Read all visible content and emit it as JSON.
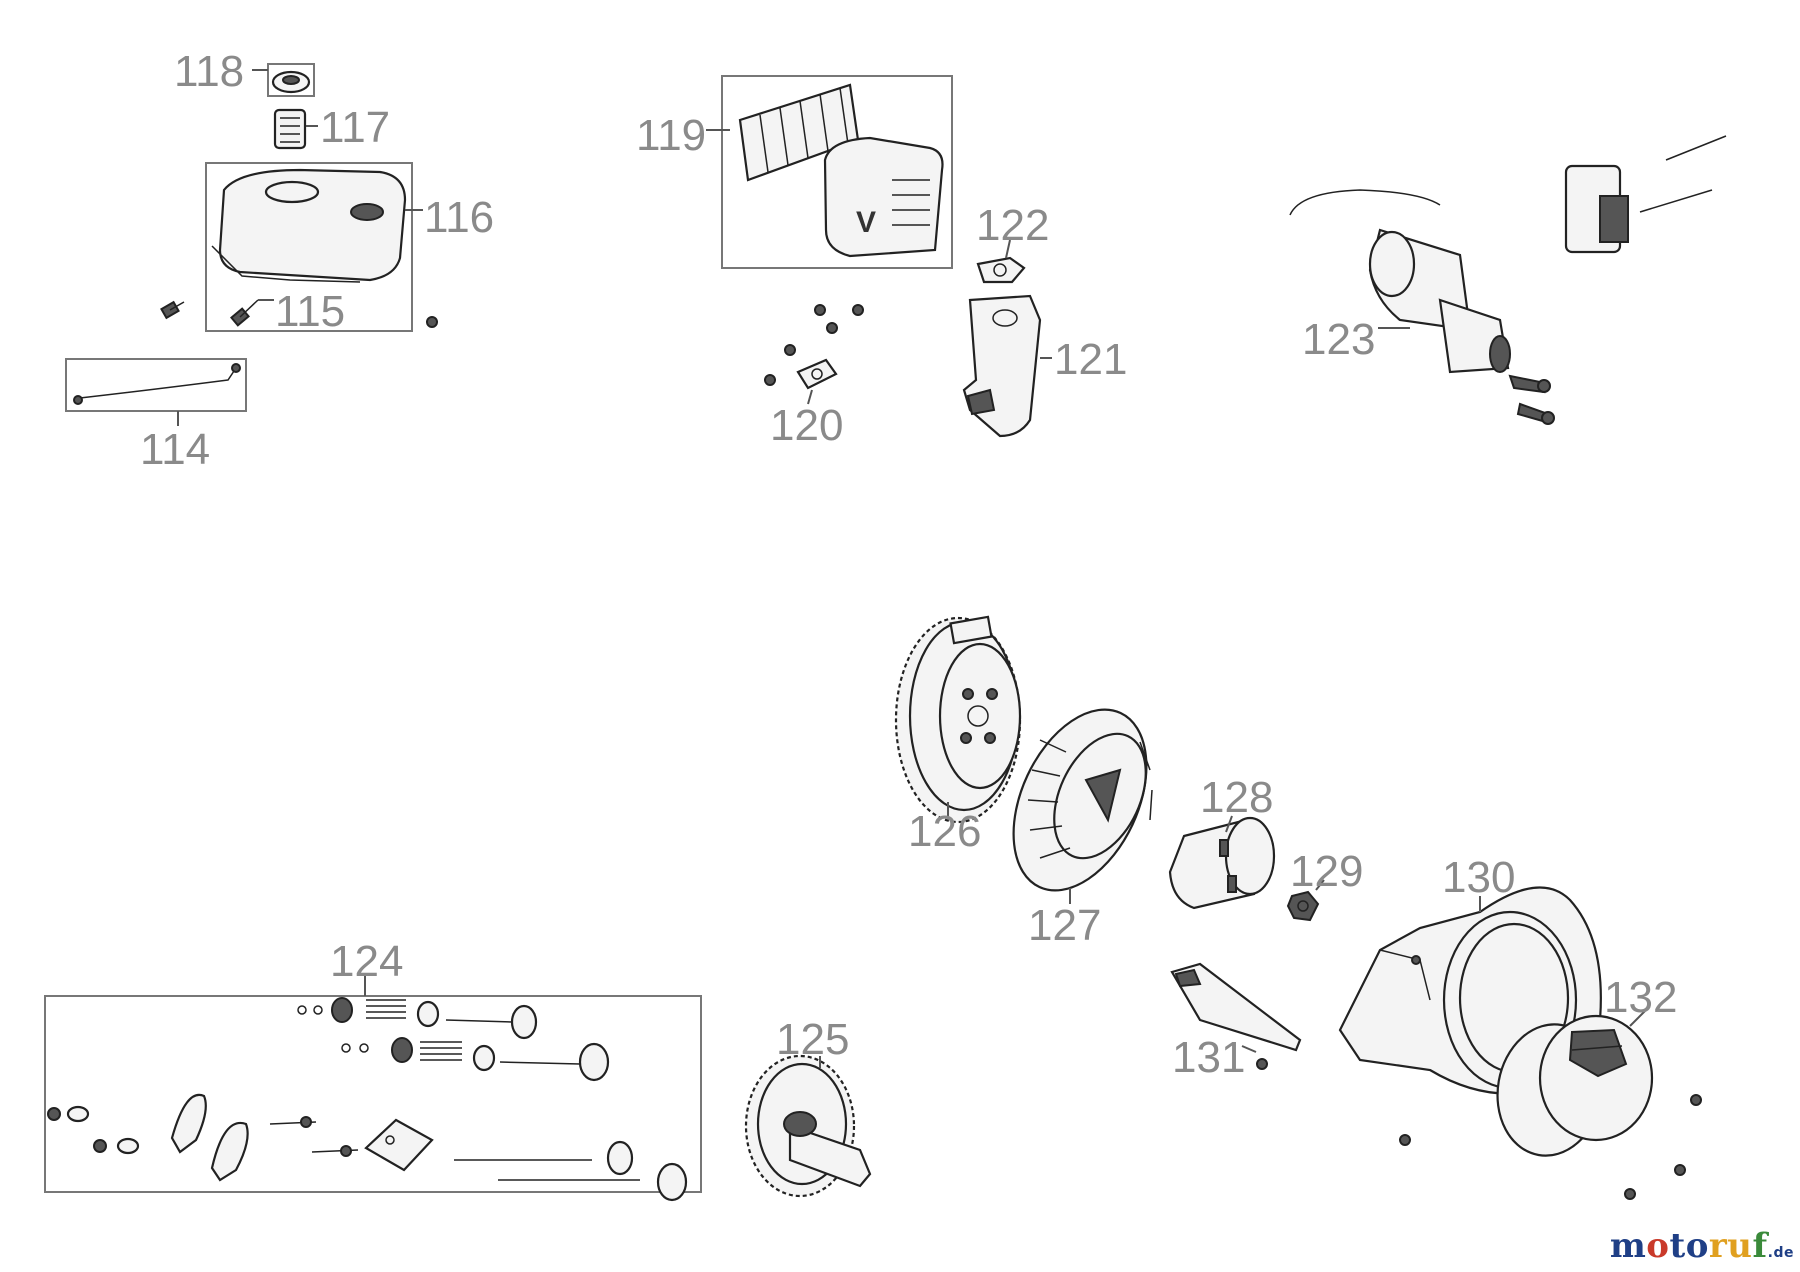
{
  "parts": [
    {
      "id": "p114",
      "label": "114"
    },
    {
      "id": "p115",
      "label": "115"
    },
    {
      "id": "p116",
      "label": "116"
    },
    {
      "id": "p117",
      "label": "117"
    },
    {
      "id": "p118",
      "label": "118"
    },
    {
      "id": "p119",
      "label": "119"
    },
    {
      "id": "p120",
      "label": "120"
    },
    {
      "id": "p121",
      "label": "121"
    },
    {
      "id": "p122",
      "label": "122"
    },
    {
      "id": "p123",
      "label": "123"
    },
    {
      "id": "p124",
      "label": "124"
    },
    {
      "id": "p125",
      "label": "125"
    },
    {
      "id": "p126",
      "label": "126"
    },
    {
      "id": "p127",
      "label": "127"
    },
    {
      "id": "p128",
      "label": "128"
    },
    {
      "id": "p129",
      "label": "129"
    },
    {
      "id": "p130",
      "label": "130"
    },
    {
      "id": "p131",
      "label": "131"
    },
    {
      "id": "p132",
      "label": "132"
    }
  ],
  "watermark": {
    "part1": "m",
    "part2": "o",
    "part3": "to",
    "part4": "ru",
    "part5": "f",
    "tld": ".de"
  }
}
